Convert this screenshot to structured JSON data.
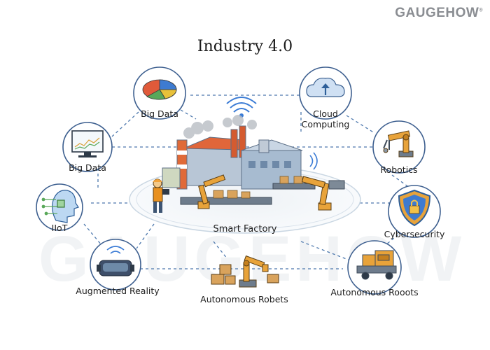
{
  "brand": "GAUGEHOW",
  "brand_mark": "®",
  "title": "Industry 4.0",
  "watermark": "GAUGEHOW",
  "center": {
    "label": "Smart Factory"
  },
  "nodes": [
    {
      "id": "big-data-top",
      "label": "Big Data",
      "icon": "pie-chart-icon"
    },
    {
      "id": "cloud",
      "label_line1": "Cloud",
      "label_line2": "Computing",
      "icon": "cloud-upload-icon"
    },
    {
      "id": "big-data-left",
      "label": "Big Data",
      "icon": "monitor-graph-icon"
    },
    {
      "id": "robotics",
      "label": "Robotics",
      "icon": "robot-arm-icon"
    },
    {
      "id": "iiot",
      "label": "IIoT",
      "icon": "head-circuit-icon"
    },
    {
      "id": "cybersecurity",
      "label": "Cybersecurity",
      "icon": "shield-lock-icon"
    },
    {
      "id": "ar",
      "label": "Augmented Reality",
      "icon": "vr-headset-icon"
    },
    {
      "id": "auto-robets",
      "label": "Autonomous Robets",
      "icon": "robot-arm-boxes-icon"
    },
    {
      "id": "auto-rooots",
      "label": "Autonomous Rooots",
      "icon": "agv-cart-icon"
    }
  ],
  "colors": {
    "circle_stroke": "#3d5f8f",
    "dash_line": "#4d78ad",
    "brick": "#e8733a",
    "robot": "#e8a33a",
    "building": "#9cb2c9"
  }
}
